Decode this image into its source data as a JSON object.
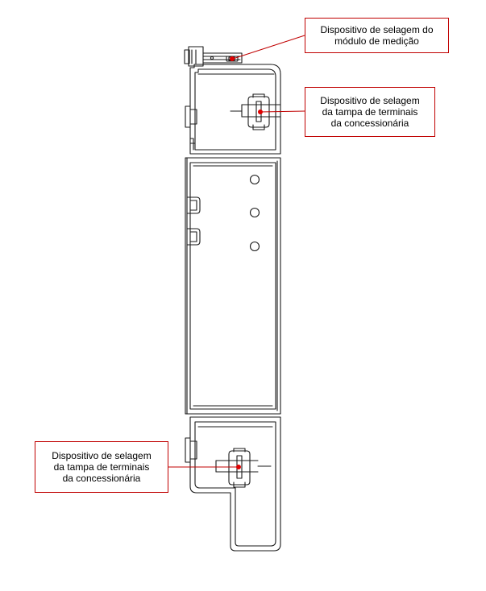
{
  "colors": {
    "drawing_line": "#1a1a1a",
    "callout_border": "#c00000",
    "marker": "#e00000",
    "background": "#ffffff"
  },
  "callouts": {
    "metering": {
      "lines": [
        "Dispositivo de selagem do",
        "módulo de medição"
      ]
    },
    "top_terminal": {
      "lines": [
        "Dispositivo de selagem",
        "da tampa de terminais",
        "da concessionária"
      ]
    },
    "bottom_terminal": {
      "lines": [
        "Dispositivo de selagem",
        "da tampa de terminais",
        "da concessionária"
      ]
    }
  }
}
